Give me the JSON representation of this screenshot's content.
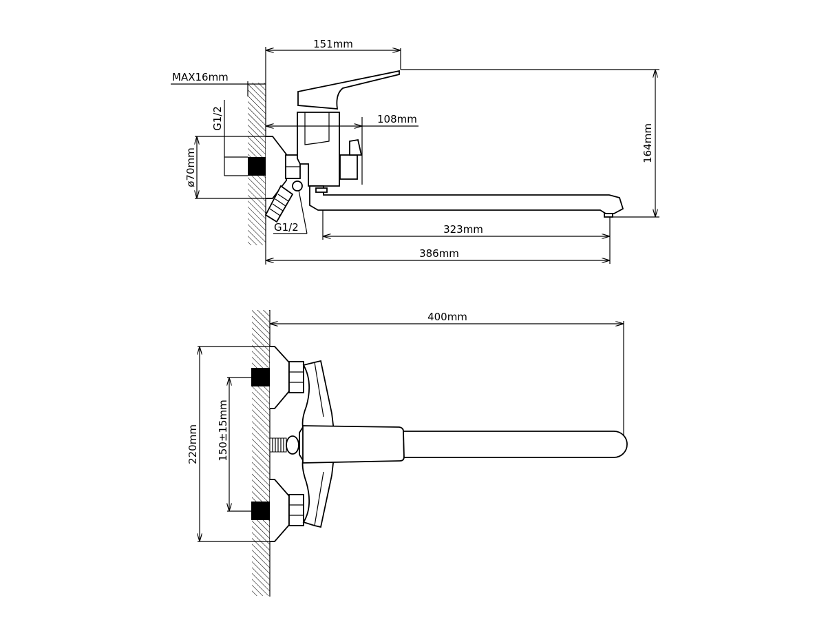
{
  "title": "Faucet dimension drawing",
  "side_view": {
    "reach_top": "151mm",
    "max_wall": "MAX16mm",
    "thread_top": "G1/2",
    "flange_diameter": "ø70mm",
    "body_depth": "108mm",
    "height": "164mm",
    "thread_bottom": "G1/2",
    "spout_length": "323mm",
    "total_reach": "386mm"
  },
  "top_view": {
    "spout_reach": "400mm",
    "flange_span": "220mm",
    "center_distance": "150±15mm"
  },
  "colors": {
    "line": "#000000",
    "background": "#ffffff"
  }
}
